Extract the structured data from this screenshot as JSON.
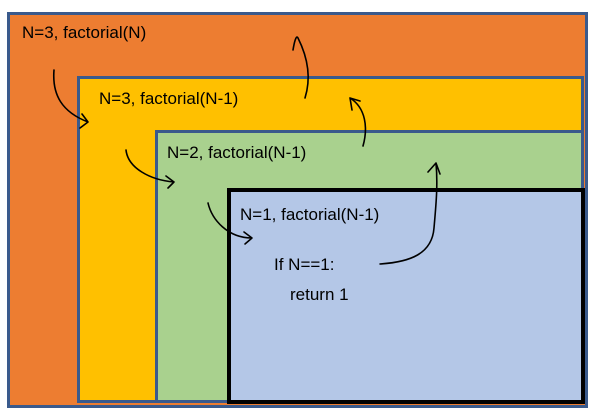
{
  "diagram": {
    "colors": {
      "outer_fill": "#ed7d31",
      "second_fill": "#ffc000",
      "third_fill": "#a9d18e",
      "inner_fill": "#b4c7e7",
      "box_border": "#3a5a8c",
      "inner_border": "#000000"
    },
    "frames": [
      {
        "label": "N=3, factorial(N)"
      },
      {
        "label": "N=3, factorial(N-1)"
      },
      {
        "label": "N=2, factorial(N-1)"
      },
      {
        "label": "N=1, factorial(N-1)"
      }
    ],
    "base_case": {
      "line1": "If N==1:",
      "line2": "return 1"
    }
  }
}
